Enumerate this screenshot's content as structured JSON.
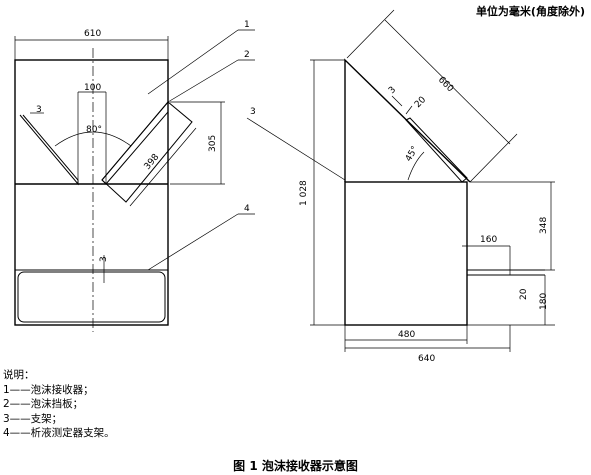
{
  "unit_note": "单位为毫米(角度除外)",
  "figure_caption": "图 1   泡沫接收器示意图",
  "legend": {
    "title": "说明：",
    "items": [
      "1——泡沫接收器；",
      "2——泡沫挡板；",
      "3——支架；",
      "4——析液测定器支架。"
    ]
  },
  "callouts": [
    "1",
    "2",
    "3",
    "4"
  ],
  "dimensions": {
    "front_width": "610",
    "board_offset": "100",
    "angle_front": "80°",
    "board_thick_front": "3",
    "board_length": "398",
    "receiver_height": "305",
    "tray_gap": "3",
    "side_top_length": "660",
    "side_board_thick": "3",
    "side_board_width": "20",
    "angle_side": "45°",
    "total_height": "1 028",
    "box_height": "348",
    "pipe_length": "160",
    "pipe_dia": "20",
    "pipe_height": "180",
    "box_depth": "480",
    "total_depth": "640"
  },
  "colors": {
    "line": "#000000",
    "background": "#ffffff"
  }
}
